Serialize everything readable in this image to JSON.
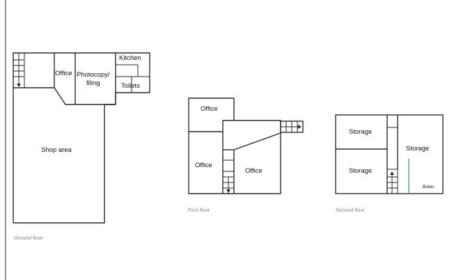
{
  "ground_floor": {
    "label": "Ground floor",
    "rooms": {
      "office": "Office",
      "photocopy_line1": "Photocopy/",
      "photocopy_line2": "filing",
      "kitchen": "Kitchen",
      "toilets": "Toilets",
      "shop_area": "Shop area"
    }
  },
  "first_floor": {
    "label": "First floor",
    "rooms": {
      "office_top": "Office",
      "office_left": "Office",
      "office_right": "Office"
    }
  },
  "second_floor": {
    "label": "Second floor",
    "rooms": {
      "storage_top_left": "Storage",
      "storage_bottom_left": "Storage",
      "storage_right": "Storage",
      "boiler": "Boiler"
    }
  },
  "icons": [
    "staircase-icon",
    "stair-direction-arrow-icon"
  ],
  "colors": {
    "line": "#2a2a2a",
    "accent_wall": "#2e8b8b",
    "floor_label": "#8a8a8a"
  }
}
